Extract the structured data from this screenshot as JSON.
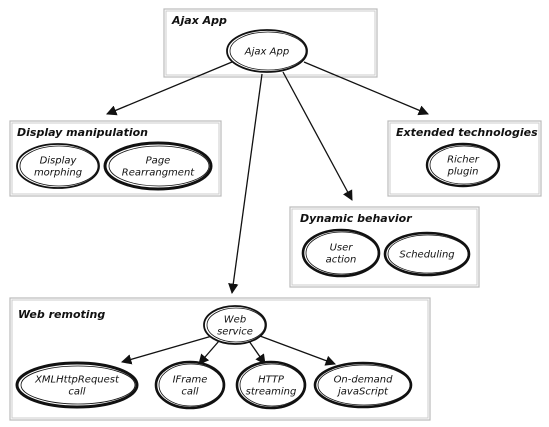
{
  "groups": {
    "ajax_app": {
      "title": "Ajax App"
    },
    "display_manipulation": {
      "title": "Display manipulation"
    },
    "extended_technologies": {
      "title": "Extended technologies"
    },
    "dynamic_behavior": {
      "title": "Dynamic behavior"
    },
    "web_remoting": {
      "title": "Web remoting"
    }
  },
  "nodes": {
    "ajax_app": [
      "Ajax App"
    ],
    "display_morphing": [
      "Display",
      "morphing"
    ],
    "page_rearrangement": [
      "Page",
      "Rearrangment"
    ],
    "richer_plugin": [
      "Richer",
      "plugin"
    ],
    "user_action": [
      "User",
      "action"
    ],
    "scheduling": [
      "Scheduling"
    ],
    "web_service": [
      "Web",
      "service"
    ],
    "xmlhttprequest_call": [
      "XMLHttpRequest",
      "call"
    ],
    "iframe_call": [
      "IFrame",
      "call"
    ],
    "http_streaming": [
      "HTTP",
      "streaming"
    ],
    "on_demand_javascript": [
      "On-demand",
      "javaScript"
    ]
  }
}
